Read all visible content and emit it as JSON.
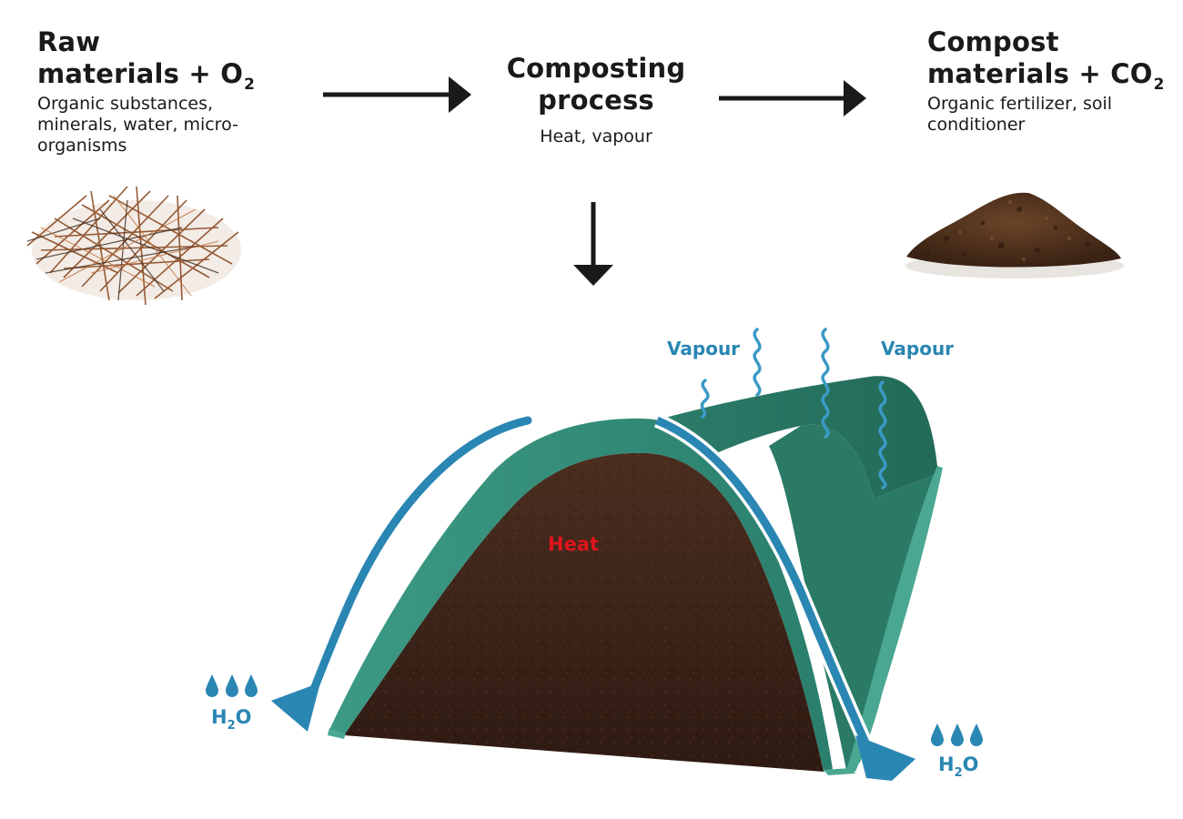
{
  "stages": {
    "raw": {
      "title_line1": "Raw",
      "title_line2": "materials + O",
      "title_sub": "2",
      "description": "Organic substances, minerals, water, micro-organisms"
    },
    "process": {
      "title_line1": "Composting",
      "title_line2": "process",
      "description": "Heat, vapour"
    },
    "compost": {
      "title_line1": "Compost",
      "title_line2": "materials + CO",
      "title_sub": "2",
      "description": "Organic  fertilizer, soil conditioner"
    }
  },
  "diagram": {
    "vapour_left": "Vapour",
    "vapour_right": "Vapour",
    "heat": "Heat",
    "h2o_left": {
      "main": "H",
      "sub": "2",
      "end": "O"
    },
    "h2o_right": {
      "main": "H",
      "sub": "2",
      "end": "O"
    }
  },
  "colors": {
    "text": "#1a1a1a",
    "water_blue": "#2a86b3",
    "membrane_green": "#2e8a78",
    "compost_brown": "#3a2318",
    "heat_red": "#e0141c",
    "arrow": "#1a1a1a"
  },
  "icons": [
    "raw-material-image",
    "compost-pile-image",
    "arrow-right-icon",
    "arrow-down-icon",
    "water-drop-icon",
    "vapour-wave-icon"
  ]
}
